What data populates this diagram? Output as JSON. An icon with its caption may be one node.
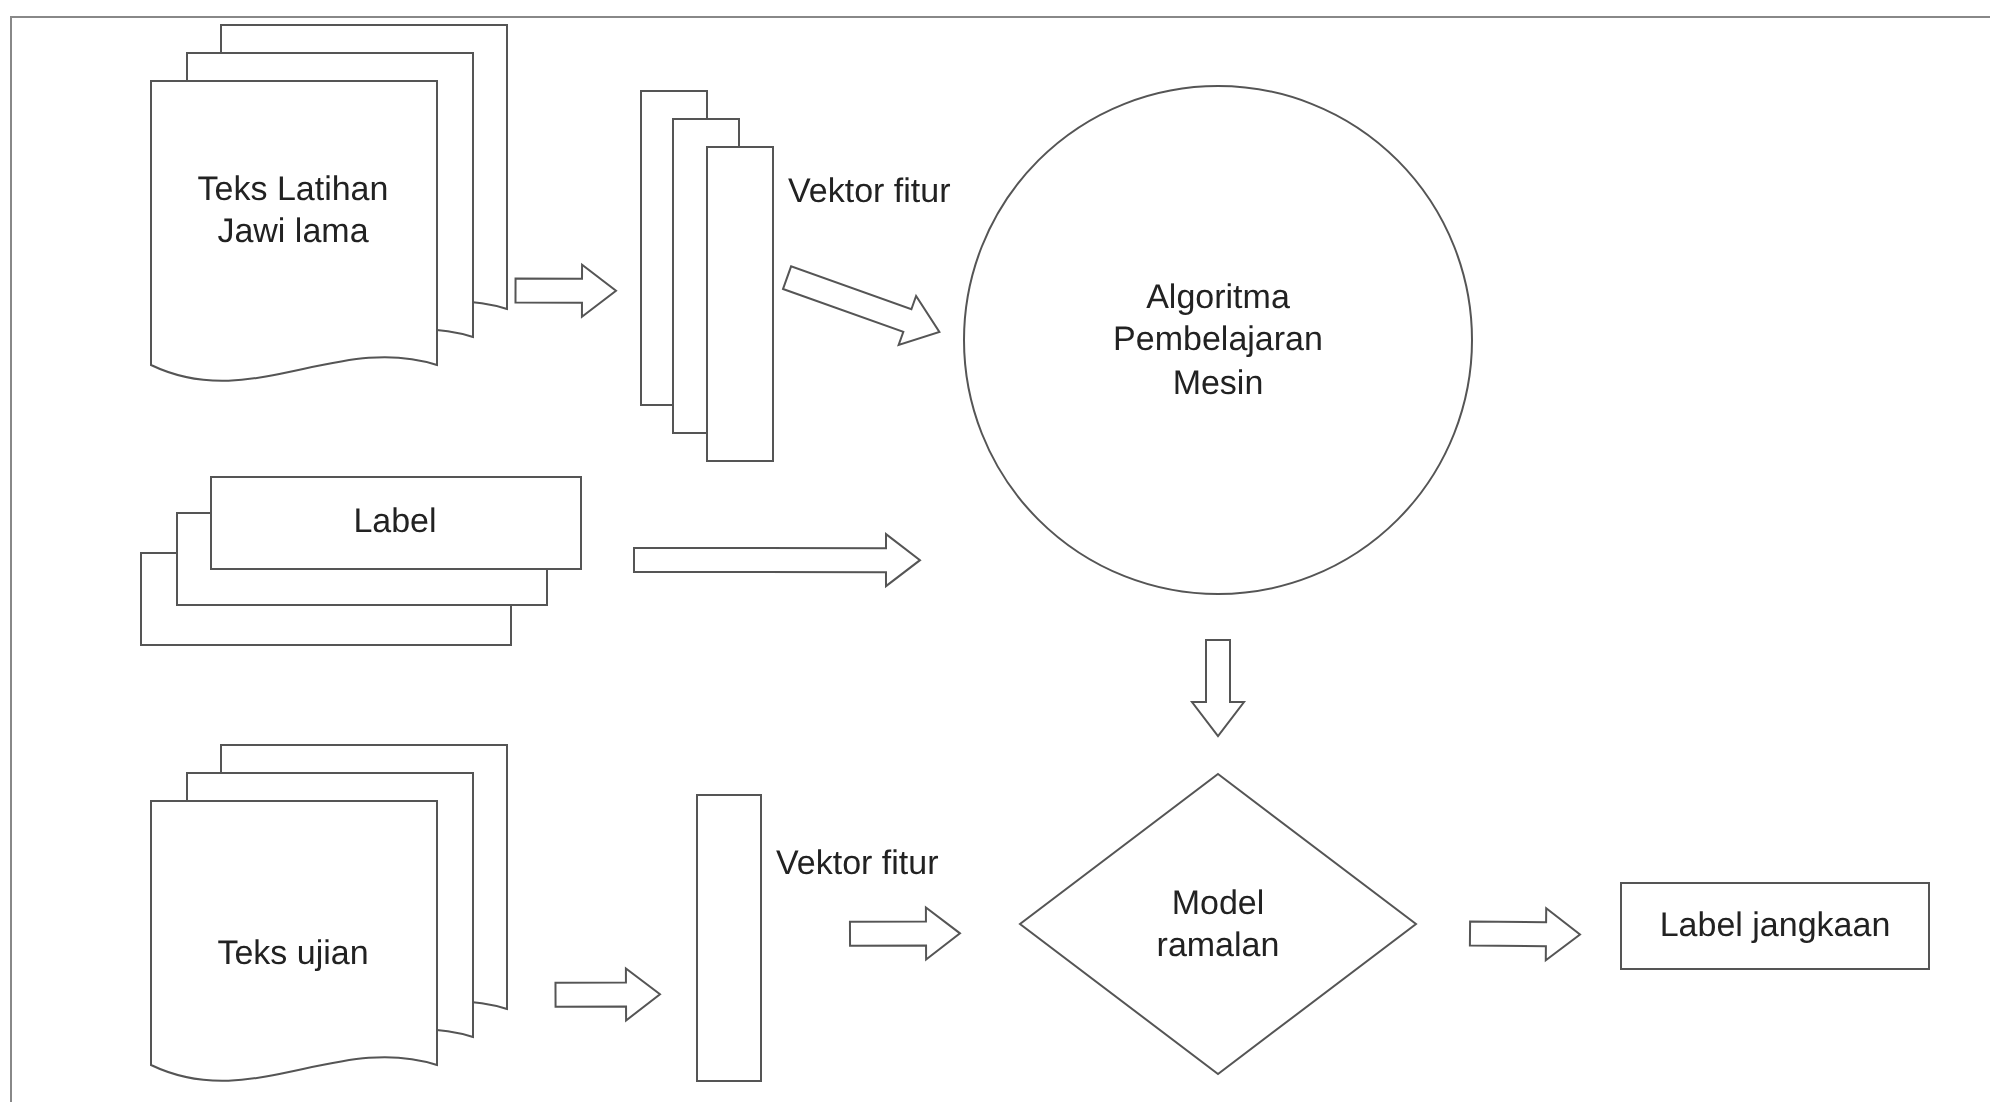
{
  "diagram": {
    "nodes": [
      {
        "text": [
          "Teks Latihan Jawi lama"
        ]
      },
      {
        "text": [],
        "shape": "box"
      },
      {
        "text": [
          "Algoritma Pembelajaran Mesin"
        ]
      },
      {
        "text": [
          "Label"
        ]
      },
      {
        "text": [
          "Teks ujian"
        ]
      },
      {
        "text": [],
        "shape": "box"
      },
      {
        "text": [
          "Model ramalan"
        ]
      },
      {
        "text": [
          "Label jangkaan"
        ]
      }
    ],
    "edges": [
      {
        "from": 0,
        "to": 1,
        "arrow": "to"
      },
      {
        "from": 1,
        "to": 2,
        "arrow": "to",
        "label": "Vektor fitur"
      },
      {
        "from": 3,
        "to": 2,
        "arrow": "to"
      },
      {
        "from": 2,
        "to": 6,
        "arrow": "to"
      },
      {
        "from": 4,
        "to": 5,
        "arrow": "to"
      },
      {
        "from": 5,
        "to": 6,
        "arrow": "to",
        "label": "Vektor fitur"
      },
      {
        "from": 6,
        "to": 7,
        "arrow": "to"
      }
    ]
  }
}
